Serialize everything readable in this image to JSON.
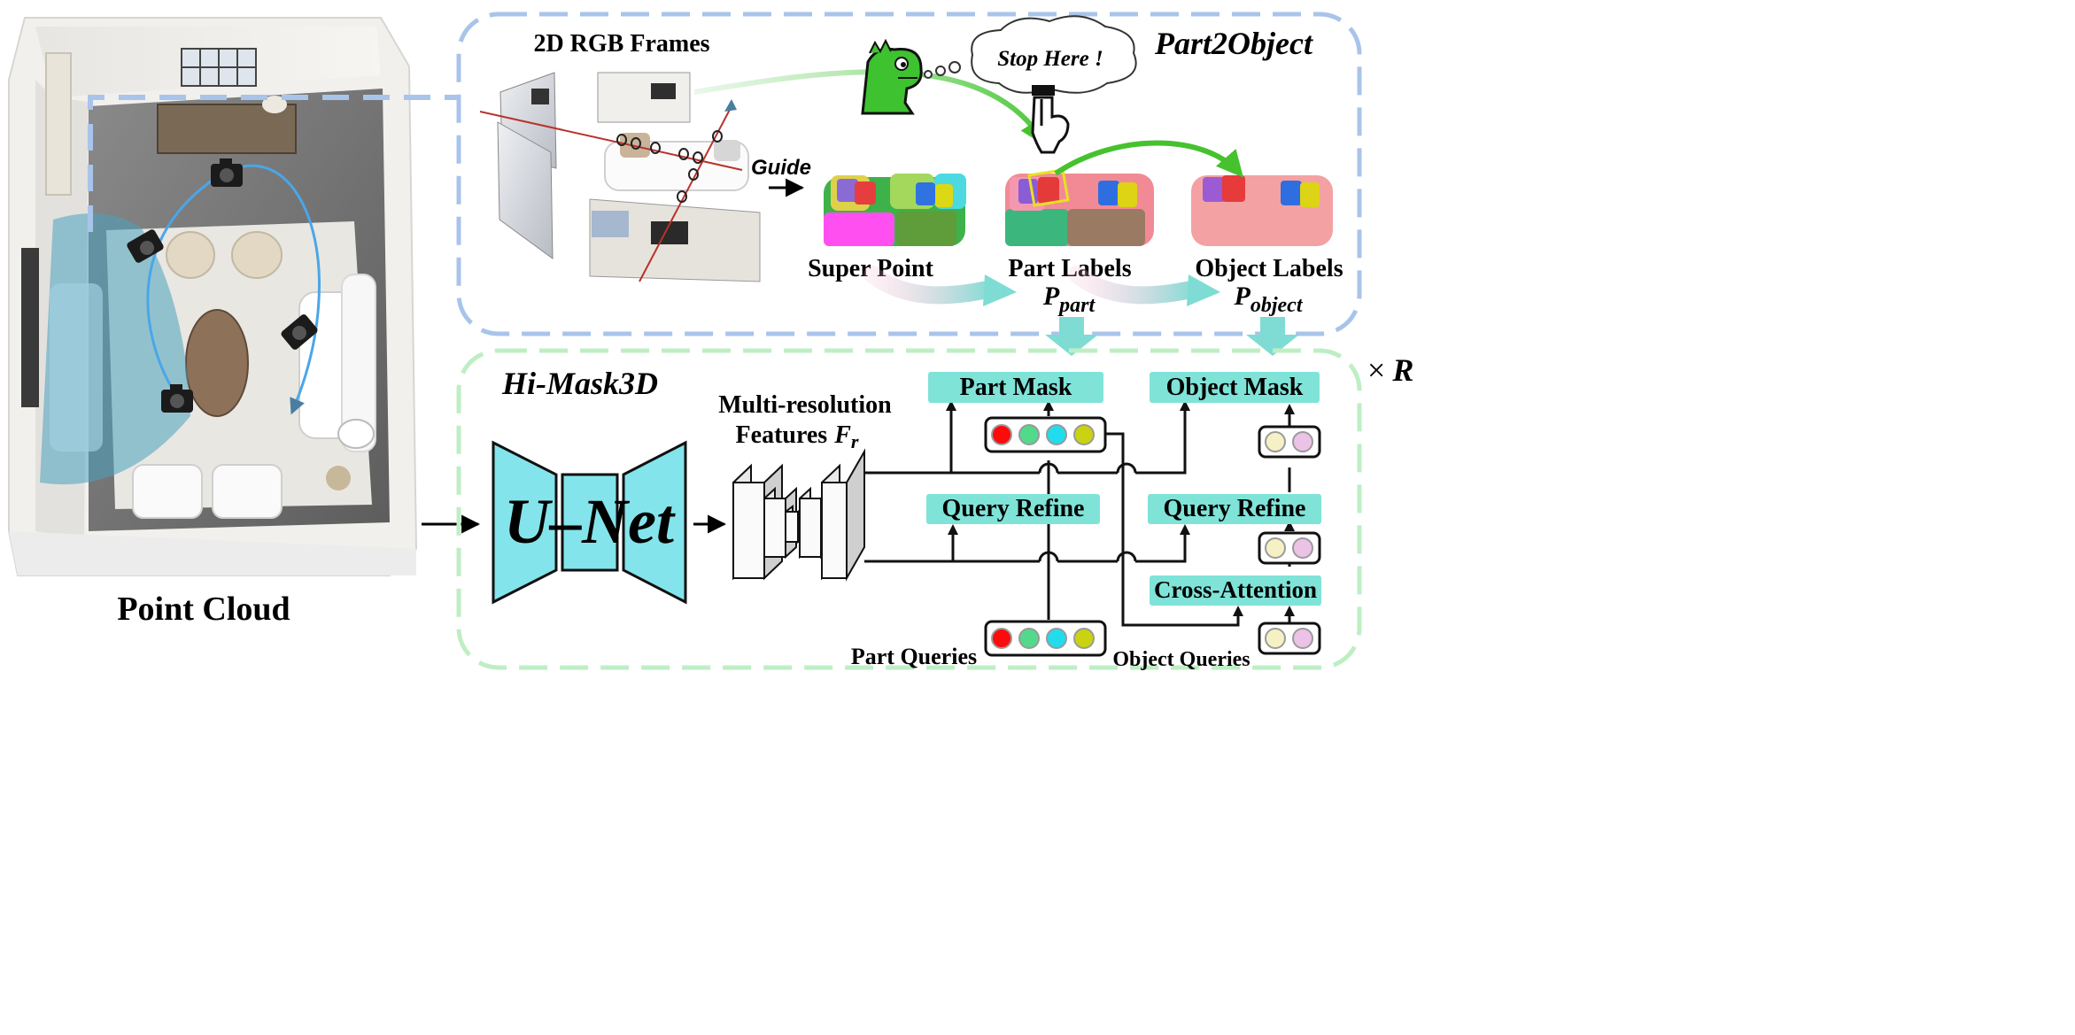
{
  "point_cloud": {
    "caption": "Point Cloud"
  },
  "part2object": {
    "title": "Part2Object",
    "frames_label": "2D RGB Frames",
    "guide_label": "Guide",
    "speech_bubble": "Stop Here !",
    "super_point_label": "Super Point",
    "part_labels": {
      "name": "Part Labels",
      "symbol": "P",
      "subscript": "part"
    },
    "object_labels": {
      "name": "Object Labels",
      "symbol": "P",
      "subscript": "object"
    }
  },
  "hi_mask3d": {
    "title": "Hi-Mask3D",
    "unet_label": "U–Net",
    "features_line1": "Multi-resolution",
    "features_line2": "Features",
    "features_symbol": "F",
    "features_subscript": "r",
    "part_mask": "Part Mask",
    "object_mask": "Object Mask",
    "query_refine_part": "Query Refine",
    "query_refine_object": "Query Refine",
    "cross_attention": "Cross-Attention",
    "part_queries": "Part Queries",
    "object_queries": "Object Queries",
    "repeat_times": "×",
    "repeat_symbol": "R"
  },
  "colors": {
    "part2object_border": "#a9c4ea",
    "hi_mask3d_border": "#bfeec4",
    "module_box": "#7fe3d8",
    "unet_fill": "#84e4ec",
    "part_query_dots": [
      "#ff0a0a",
      "#52d98c",
      "#22dced",
      "#c9d311"
    ],
    "object_query_dots": [
      "#f5f1c5",
      "#ecc2e6"
    ]
  }
}
